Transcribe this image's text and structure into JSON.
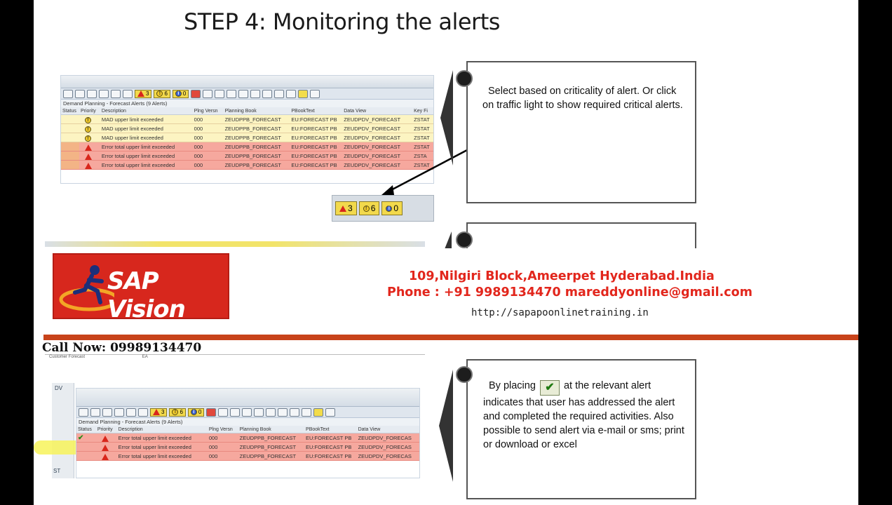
{
  "slide": {
    "title": "STEP 4: Monitoring the alerts"
  },
  "grid_top": {
    "title": "Demand Planning - Forecast Alerts (9 Alerts)",
    "counts": {
      "error": "3",
      "warning": "6",
      "info": "0"
    },
    "columns": [
      "Status",
      "Priority",
      "Description",
      "Plng Versn",
      "Planning Book",
      "PBookText",
      "Data View",
      "Key Fi"
    ],
    "rows": [
      {
        "type": "warning",
        "description": "MAD upper limit exceeded",
        "version": "000",
        "book": "ZEUDPPB_FORECAST",
        "text": "EU:FORECAST PB",
        "view": "ZEUDPDV_FORECAST",
        "key": "ZSTAT"
      },
      {
        "type": "warning",
        "description": "MAD upper limit exceeded",
        "version": "000",
        "book": "ZEUDPPB_FORECAST",
        "text": "EU:FORECAST PB",
        "view": "ZEUDPDV_FORECAST",
        "key": "ZSTAT"
      },
      {
        "type": "warning",
        "description": "MAD upper limit exceeded",
        "version": "000",
        "book": "ZEUDPPB_FORECAST",
        "text": "EU:FORECAST PB",
        "view": "ZEUDPDV_FORECAST",
        "key": "ZSTAT"
      },
      {
        "type": "error",
        "description": "Error total upper limit exceeded",
        "version": "000",
        "book": "ZEUDPPB_FORECAST",
        "text": "EU:FORECAST PB",
        "view": "ZEUDPDV_FORECAST",
        "key": "ZSTAT"
      },
      {
        "type": "error",
        "description": "Error total upper limit exceeded",
        "version": "000",
        "book": "ZEUDPPB_FORECAST",
        "text": "EU:FORECAST PB",
        "view": "ZEUDPDV_FORECAST",
        "key": "ZSTA"
      },
      {
        "type": "error",
        "description": "Error total upper limit exceeded",
        "version": "000",
        "book": "ZEUDPPB_FORECAST",
        "text": "EU:FORECAST PB",
        "view": "ZEUDPDV_FORECAST",
        "key": "ZSTAT"
      }
    ]
  },
  "traffic_lights": {
    "error": "3",
    "warning": "6",
    "info": "0"
  },
  "callout1": {
    "text": "Select based on criticality of alert. Or click on traffic light to show required critical alerts."
  },
  "banner": {
    "logo": "SAP Vision",
    "address": "109,Nilgiri Block,Ameerpet Hyderabad.India",
    "phone": "Phone : +91 9989134470 mareddyonline@gmail.com",
    "url": "http://sapapoonlinetraining.in",
    "call_now": "Call Now: 09989134470"
  },
  "grid_bottom": {
    "title": "Demand Planning - Forecast Alerts (9 Alerts)",
    "counts": {
      "error": "3",
      "warning": "6",
      "info": "0"
    },
    "columns": [
      "Status",
      "Priority",
      "Description",
      "Plng Versn",
      "Planning Book",
      "PBookText",
      "Data View"
    ],
    "rows": [
      {
        "type": "error",
        "status_check": true,
        "description": "Error total upper limit exceeded",
        "version": "000",
        "book": "ZEUDPPB_FORECAST",
        "text": "EU:FORECAST PB",
        "view": "ZEUDPDV_FORECAS"
      },
      {
        "type": "error",
        "status_check": false,
        "description": "Error total upper limit exceeded",
        "version": "000",
        "book": "ZEUDPPB_FORECAST",
        "text": "EU:FORECAST PB",
        "view": "ZEUDPDV_FORECAS"
      },
      {
        "type": "error",
        "status_check": false,
        "description": "Error total upper limit exceeded",
        "version": "000",
        "book": "ZEUDPPB_FORECAST",
        "text": "EU:FORECAST PB",
        "view": "ZEUDPDV_FORECAS"
      }
    ],
    "side_labels": {
      "dv": "DV",
      "st": "ST",
      "customer": "Customer Forecast",
      "ea": "EA"
    }
  },
  "callout3": {
    "text_before": "By placing",
    "text_after": "at the relevant alert indicates that user has addressed the alert and completed the required activities. Also possible  to send alert via e-mail or sms; print or download or excel"
  },
  "colors": {
    "error": "#d8261c",
    "warning": "#f0c92a",
    "brand_red": "#d7271d",
    "divider": "#c8431a"
  }
}
